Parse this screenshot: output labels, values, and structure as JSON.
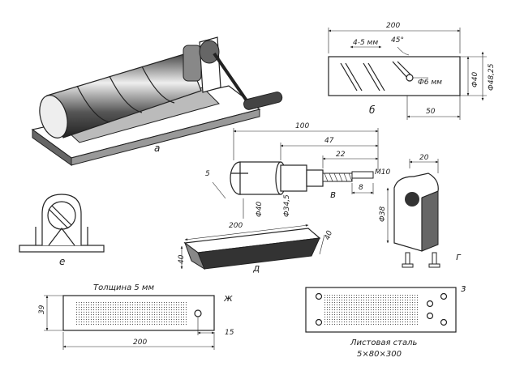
{
  "labels": {
    "a": "а",
    "b": "б",
    "v": "в",
    "g": "г",
    "d": "д",
    "e": "е",
    "zh": "ж",
    "z": "з"
  },
  "dims_b": {
    "length": "200",
    "slot": "4-5 мм",
    "angle": "45°",
    "hole": "Ф6 мм",
    "d40": "Ф40",
    "d48": "Ф48,25",
    "end": "50"
  },
  "dims_v": {
    "total": "100",
    "mid": "47",
    "thread_len": "22",
    "thread": "М10",
    "eight": "8",
    "five": "5",
    "d40": "Ф40",
    "d345": "Ф34,5"
  },
  "dims_g": {
    "width": "20",
    "d38": "Ф38"
  },
  "dims_d": {
    "length": "200",
    "w40a": "40",
    "w40b": "40"
  },
  "dims_zh": {
    "caption": "Толщина 5 мм",
    "height": "39",
    "length": "200",
    "offset": "15"
  },
  "dims_z": {
    "caption1": "Листовая сталь",
    "caption2": "5×80×300"
  }
}
